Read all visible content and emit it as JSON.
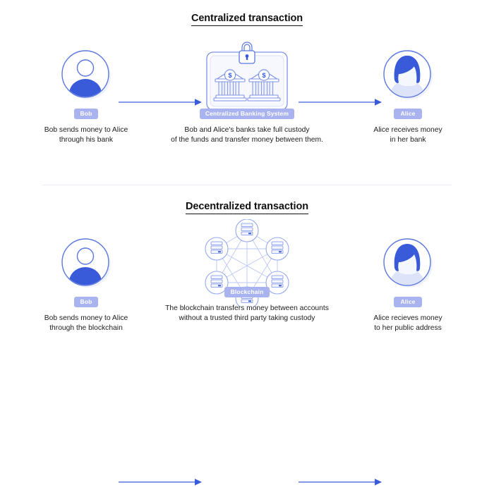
{
  "colors": {
    "accent_blue": "#3a5bd9",
    "light_blue": "#dfe5fa",
    "badge_purple": "#a9b3ef",
    "outline_blue": "#7d92e8",
    "divider": "#eceaf2",
    "text": "#202020",
    "white": "#ffffff"
  },
  "sections": [
    {
      "id": "centralized",
      "title": "Centralized transaction",
      "steps": [
        {
          "icon": "bob-avatar-icon",
          "badge": "Bob",
          "caption": "Bob sends money to Alice\nthrough his bank"
        },
        {
          "icon": "centralized-banking-system-icon",
          "badge": "Centralized Banking System",
          "caption": "Bob and Alice's banks take full custody\nof the funds and transfer money between them."
        },
        {
          "icon": "alice-avatar-icon",
          "badge": "Alice",
          "caption": "Alice receives money\nin her bank"
        }
      ]
    },
    {
      "id": "decentralized",
      "title": "Decentralized transaction",
      "steps": [
        {
          "icon": "bob-avatar-icon",
          "badge": "Bob",
          "caption": "Bob sends money to Alice\nthrough the blockchain"
        },
        {
          "icon": "blockchain-network-icon",
          "badge": "Blockchain",
          "caption": "The blockchain transfers money between accounts\nwithout a trusted third party taking custody"
        },
        {
          "icon": "alice-avatar-icon",
          "badge": "Alice",
          "caption": "Alice recieves money\nto her public address"
        }
      ]
    }
  ],
  "arrows": {
    "direction": "right",
    "count": 4
  }
}
